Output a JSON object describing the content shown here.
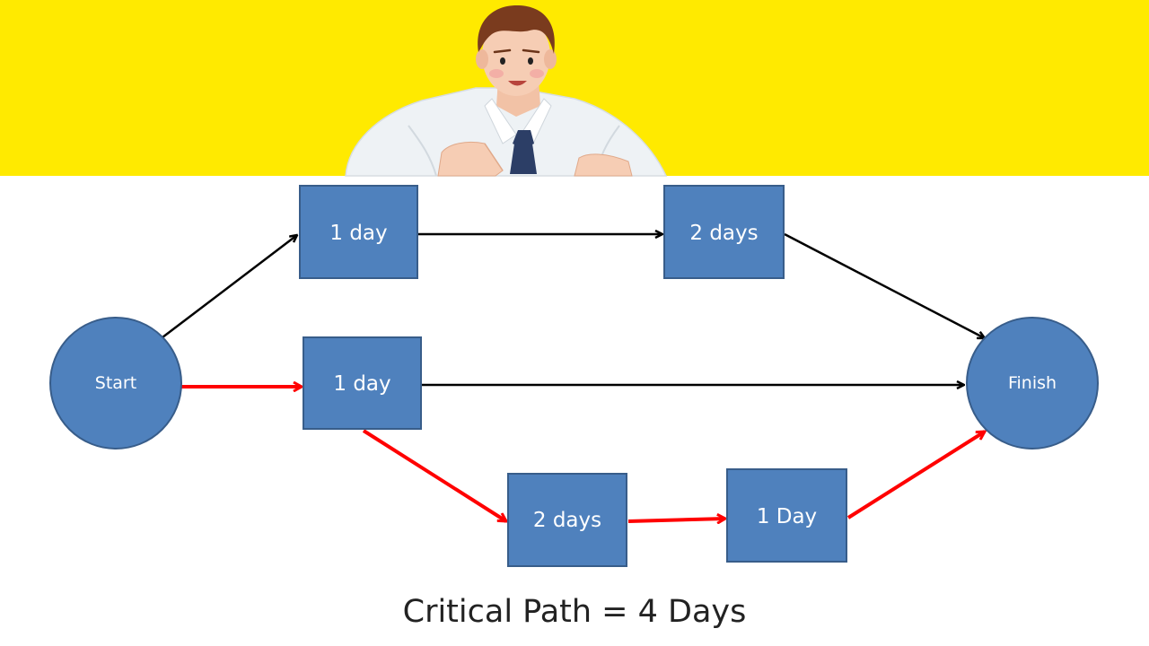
{
  "colors": {
    "banner": "#ffea00",
    "node_fill": "#4f81bd",
    "node_stroke": "#385d8a",
    "arrow_normal": "#000000",
    "arrow_critical": "#ff0000"
  },
  "illustration": {
    "icon": "presenter-man-icon"
  },
  "nodes": {
    "start": {
      "label": "Start"
    },
    "finish": {
      "label": "Finish"
    },
    "top_1": {
      "label": "1 day"
    },
    "top_2": {
      "label": "2 days"
    },
    "mid_1": {
      "label": "1 day"
    },
    "bottom_1": {
      "label": "2 days"
    },
    "bottom_2": {
      "label": "1 Day"
    }
  },
  "edges": [
    {
      "from": "start",
      "to": "top_1",
      "critical": false
    },
    {
      "from": "top_1",
      "to": "top_2",
      "critical": false
    },
    {
      "from": "top_2",
      "to": "finish",
      "critical": false
    },
    {
      "from": "start",
      "to": "mid_1",
      "critical": true
    },
    {
      "from": "mid_1",
      "to": "finish",
      "critical": false
    },
    {
      "from": "mid_1",
      "to": "bottom_1",
      "critical": true
    },
    {
      "from": "bottom_1",
      "to": "bottom_2",
      "critical": true
    },
    {
      "from": "bottom_2",
      "to": "finish",
      "critical": true
    }
  ],
  "caption": "Critical Path = 4 Days"
}
